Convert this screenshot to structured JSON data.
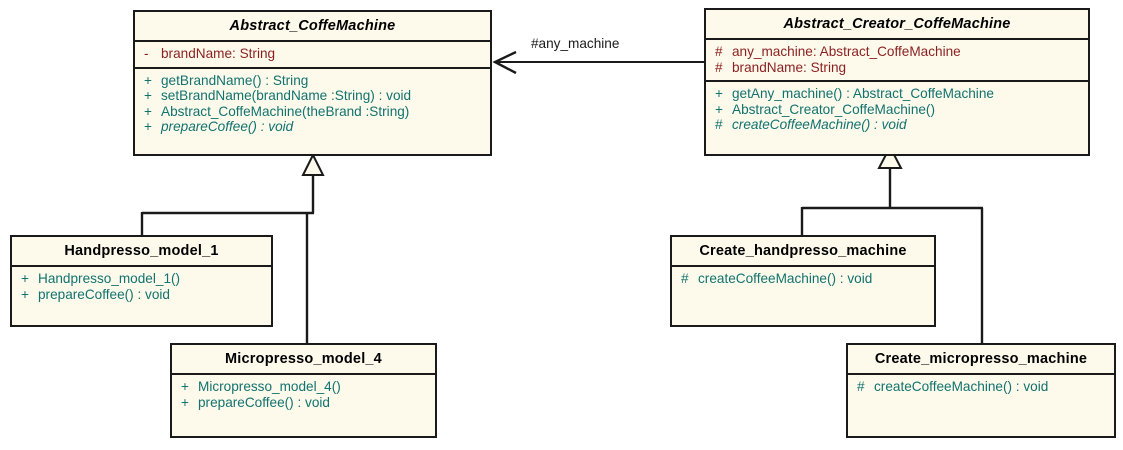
{
  "diagram": {
    "title": "Abstract Factory / Factory Method UML class diagram",
    "colors": {
      "box_fill": "#fdfaec",
      "box_border": "#1a1a1a",
      "attribute_text": "#8b1f1f",
      "method_text": "#11726e",
      "name_text": "#000000",
      "background": "#ffffff"
    }
  },
  "classes": [
    {
      "id": "abstract-coffemachine",
      "name": "Abstract_CoffeMachine",
      "abstract": true,
      "attributes": [
        {
          "visibility": "-",
          "signature": "brandName:  String"
        }
      ],
      "methods": [
        {
          "visibility": "+",
          "signature": "getBrandName() : String",
          "abstract": false
        },
        {
          "visibility": "+",
          "signature": "setBrandName(brandName :String) : void",
          "abstract": false
        },
        {
          "visibility": "+",
          "signature": "Abstract_CoffeMachine(theBrand :String)",
          "abstract": false
        },
        {
          "visibility": "+",
          "signature": "prepareCoffee() : void",
          "abstract": true
        }
      ]
    },
    {
      "id": "abstract-creator-coffemachine",
      "name": "Abstract_Creator_CoffeMachine",
      "abstract": true,
      "attributes": [
        {
          "visibility": "#",
          "signature": "any_machine:  Abstract_CoffeMachine"
        },
        {
          "visibility": "#",
          "signature": "brandName:  String"
        }
      ],
      "methods": [
        {
          "visibility": "+",
          "signature": "getAny_machine() : Abstract_CoffeMachine",
          "abstract": false
        },
        {
          "visibility": "+",
          "signature": "Abstract_Creator_CoffeMachine()",
          "abstract": false
        },
        {
          "visibility": "#",
          "signature": "createCoffeeMachine() : void",
          "abstract": true
        }
      ]
    },
    {
      "id": "handpresso-model-1",
      "name": "Handpresso_model_1",
      "abstract": false,
      "attributes": [],
      "methods": [
        {
          "visibility": "+",
          "signature": "Handpresso_model_1()",
          "abstract": false
        },
        {
          "visibility": "+",
          "signature": "prepareCoffee() : void",
          "abstract": false
        }
      ]
    },
    {
      "id": "micropresso-model-4",
      "name": "Micropresso_model_4",
      "abstract": false,
      "attributes": [],
      "methods": [
        {
          "visibility": "+",
          "signature": "Micropresso_model_4()",
          "abstract": false
        },
        {
          "visibility": "+",
          "signature": "prepareCoffee() : void",
          "abstract": false
        }
      ]
    },
    {
      "id": "create-handpresso-machine",
      "name": "Create_handpresso_machine",
      "abstract": false,
      "attributes": [],
      "methods": [
        {
          "visibility": "#",
          "signature": "createCoffeeMachine() : void",
          "abstract": false
        }
      ]
    },
    {
      "id": "create-micropresso-machine",
      "name": "Create_micropresso_machine",
      "abstract": false,
      "attributes": [],
      "methods": [
        {
          "visibility": "#",
          "signature": "createCoffeeMachine() : void",
          "abstract": false
        }
      ]
    }
  ],
  "relationships": [
    {
      "id": "assoc-any-machine",
      "type": "association",
      "from": "abstract-creator-coffemachine",
      "to": "abstract-coffemachine",
      "label": "#any_machine"
    },
    {
      "id": "gen-handpresso",
      "type": "generalization",
      "from": "handpresso-model-1",
      "to": "abstract-coffemachine"
    },
    {
      "id": "gen-micropresso",
      "type": "generalization",
      "from": "micropresso-model-4",
      "to": "abstract-coffemachine"
    },
    {
      "id": "gen-create-handpresso",
      "type": "generalization",
      "from": "create-handpresso-machine",
      "to": "abstract-creator-coffemachine"
    },
    {
      "id": "gen-create-micropresso",
      "type": "generalization",
      "from": "create-micropresso-machine",
      "to": "abstract-creator-coffemachine"
    }
  ]
}
